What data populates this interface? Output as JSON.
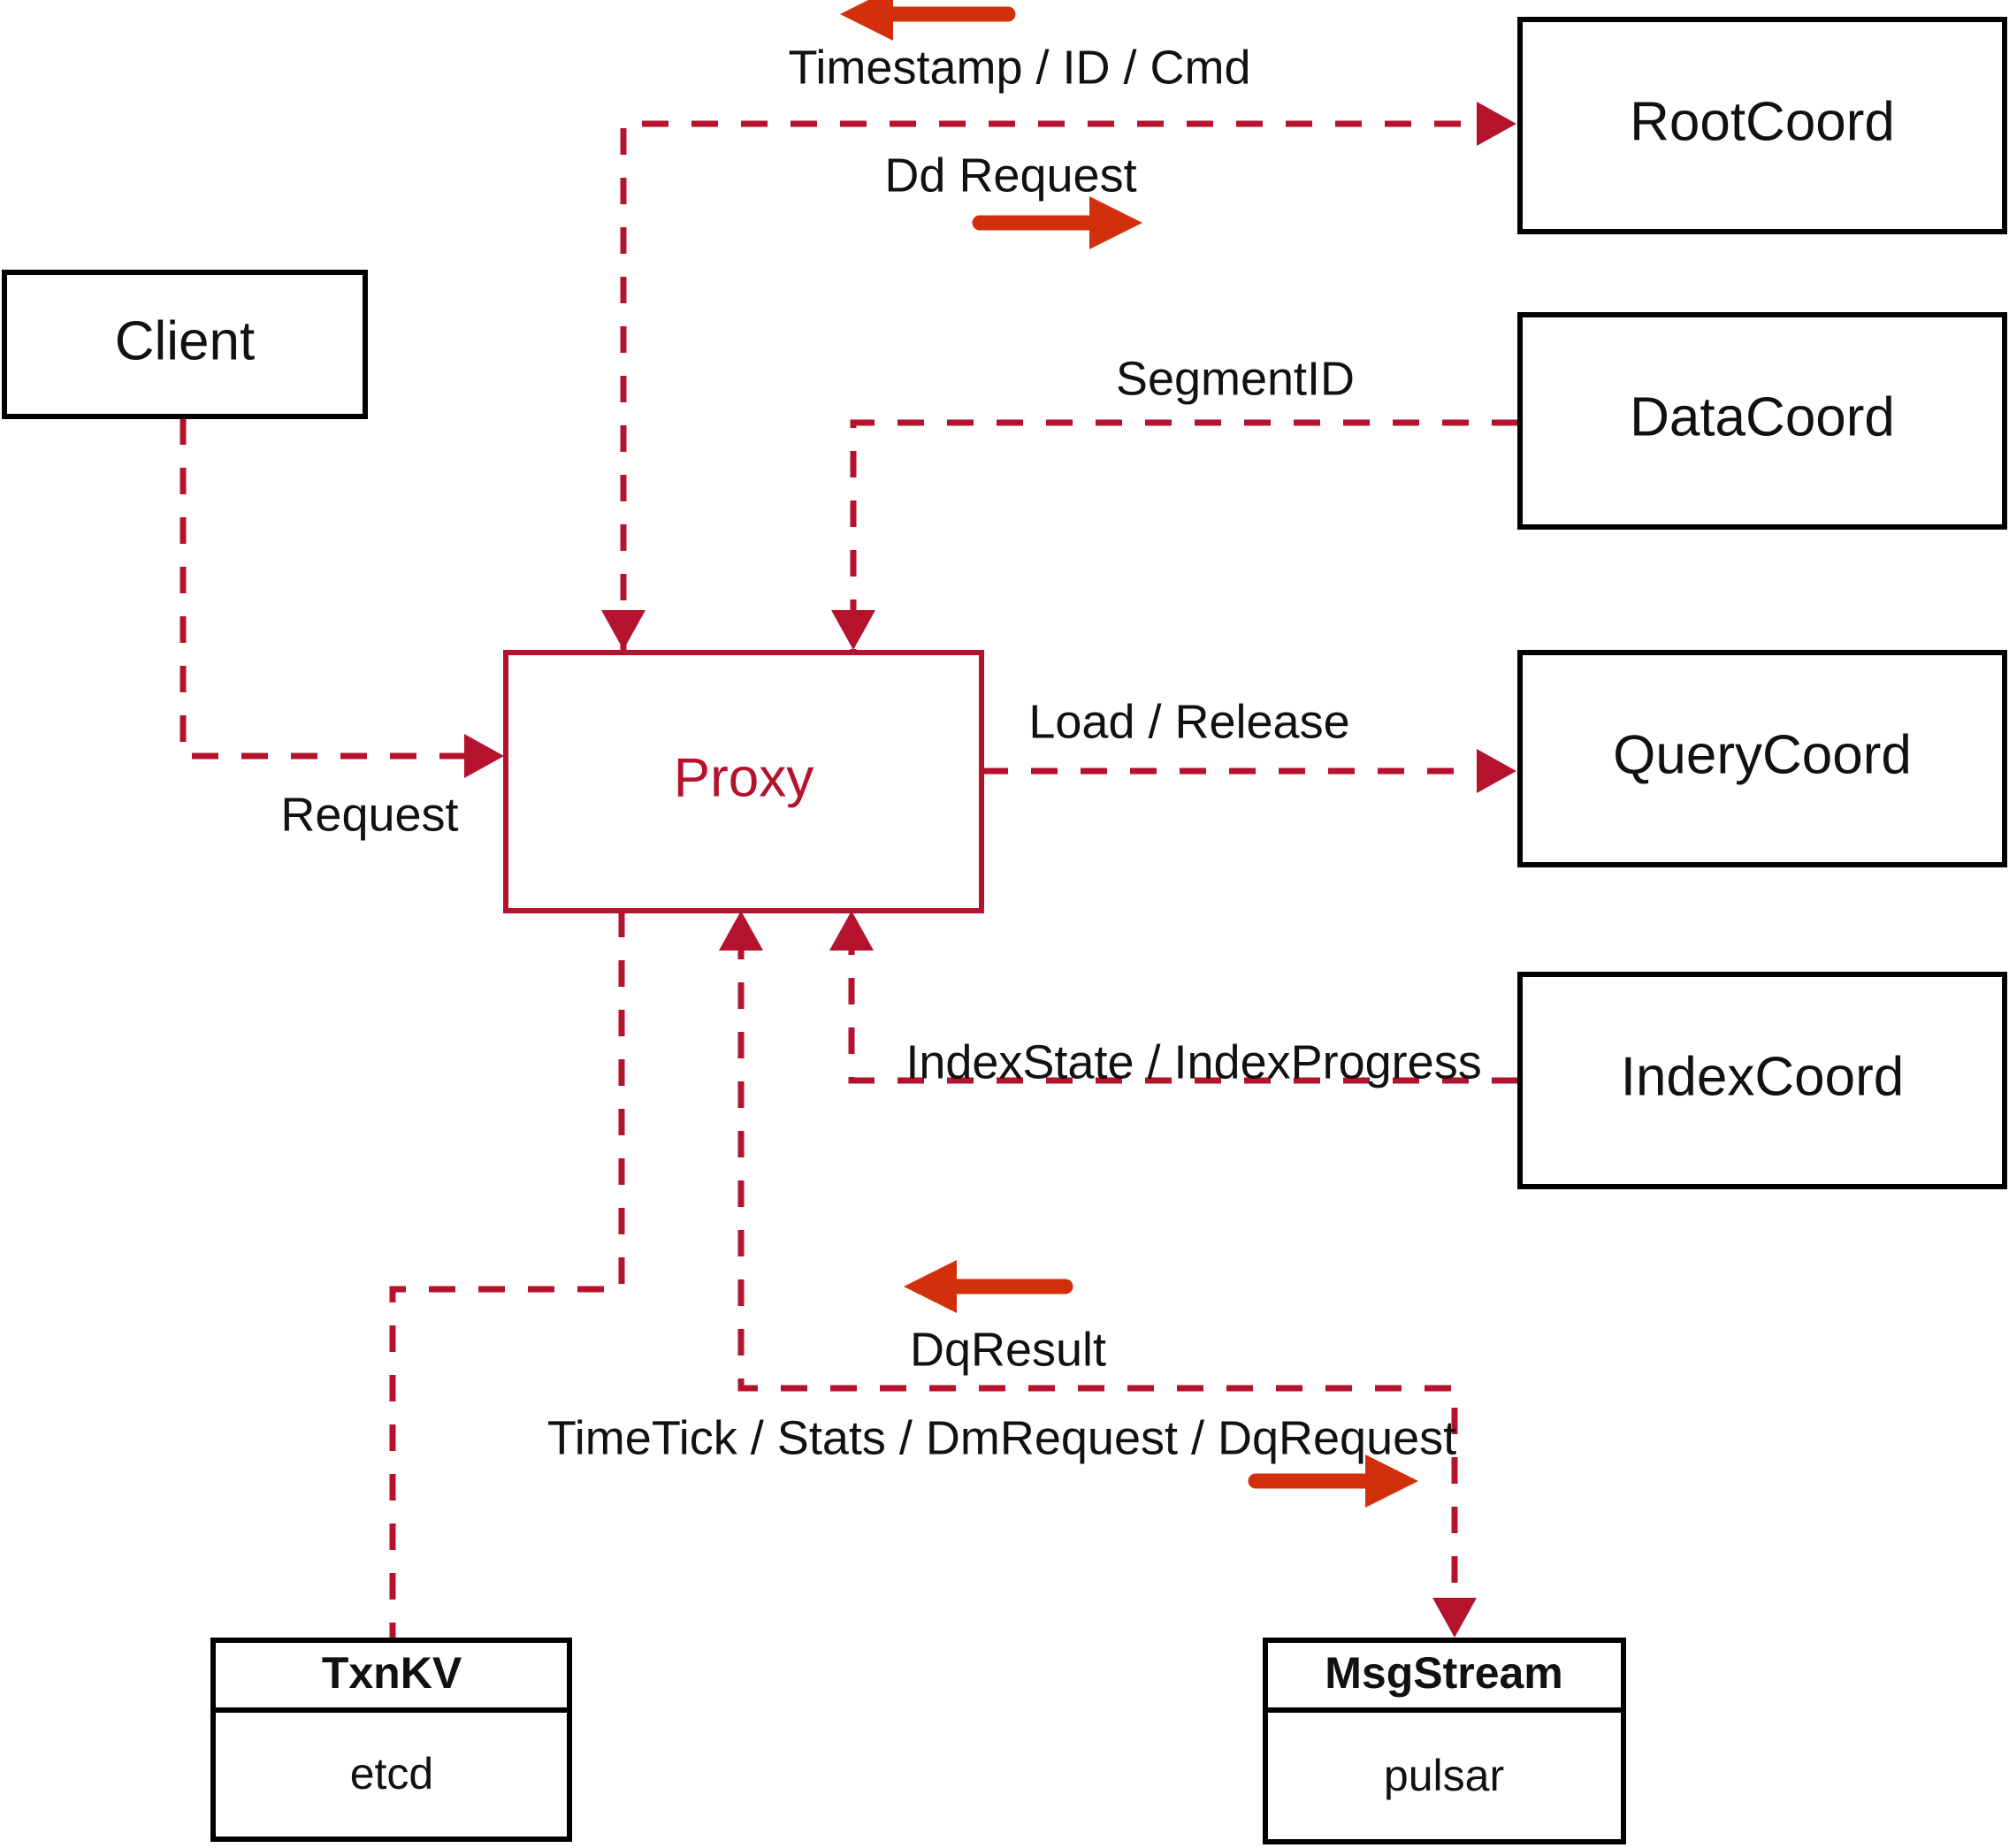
{
  "diagram": {
    "title": "Milvus Proxy interaction diagram",
    "colors": {
      "flow": "#B5122E",
      "direction_arrow": "#D2300C",
      "node_stroke": "#000000",
      "accent_node": "#B5122E",
      "background": "#FFFFFF"
    },
    "nodes": [
      {
        "id": "client",
        "label": "Client",
        "style": "plain"
      },
      {
        "id": "proxy",
        "label": "Proxy",
        "style": "accent"
      },
      {
        "id": "rootcoord",
        "label": "RootCoord",
        "style": "plain"
      },
      {
        "id": "datacoord",
        "label": "DataCoord",
        "style": "plain"
      },
      {
        "id": "querycoord",
        "label": "QueryCoord",
        "style": "plain"
      },
      {
        "id": "indexcoord",
        "label": "IndexCoord",
        "style": "plain"
      },
      {
        "id": "txnkv",
        "label": "TxnKV",
        "sub": "etcd",
        "style": "compartment"
      },
      {
        "id": "msgstream",
        "label": "MsgStream",
        "sub": "pulsar",
        "style": "compartment"
      }
    ],
    "edges": [
      {
        "id": "client-proxy",
        "label": "Request",
        "from": "client",
        "to": "proxy"
      },
      {
        "id": "proxy-rootcoord-ts",
        "label": "Timestamp / ID / Cmd",
        "from": "rootcoord",
        "to": "proxy",
        "direction": "left"
      },
      {
        "id": "proxy-rootcoord-dd",
        "label": "Dd Request",
        "from": "proxy",
        "to": "rootcoord",
        "direction": "right"
      },
      {
        "id": "datacoord-proxy",
        "label": "SegmentID",
        "from": "datacoord",
        "to": "proxy"
      },
      {
        "id": "proxy-querycoord",
        "label": "Load / Release",
        "from": "proxy",
        "to": "querycoord"
      },
      {
        "id": "indexcoord-proxy",
        "label": "IndexState / IndexProgress",
        "from": "indexcoord",
        "to": "proxy"
      },
      {
        "id": "msgstream-proxy",
        "label": "DqResult",
        "from": "msgstream",
        "to": "proxy",
        "direction": "left"
      },
      {
        "id": "proxy-msgstream",
        "label": "TimeTick / Stats / DmRequest / DqRequest",
        "from": "proxy",
        "to": "msgstream",
        "direction": "right"
      },
      {
        "id": "proxy-txnkv",
        "label": "",
        "from": "proxy",
        "to": "txnkv"
      }
    ]
  }
}
